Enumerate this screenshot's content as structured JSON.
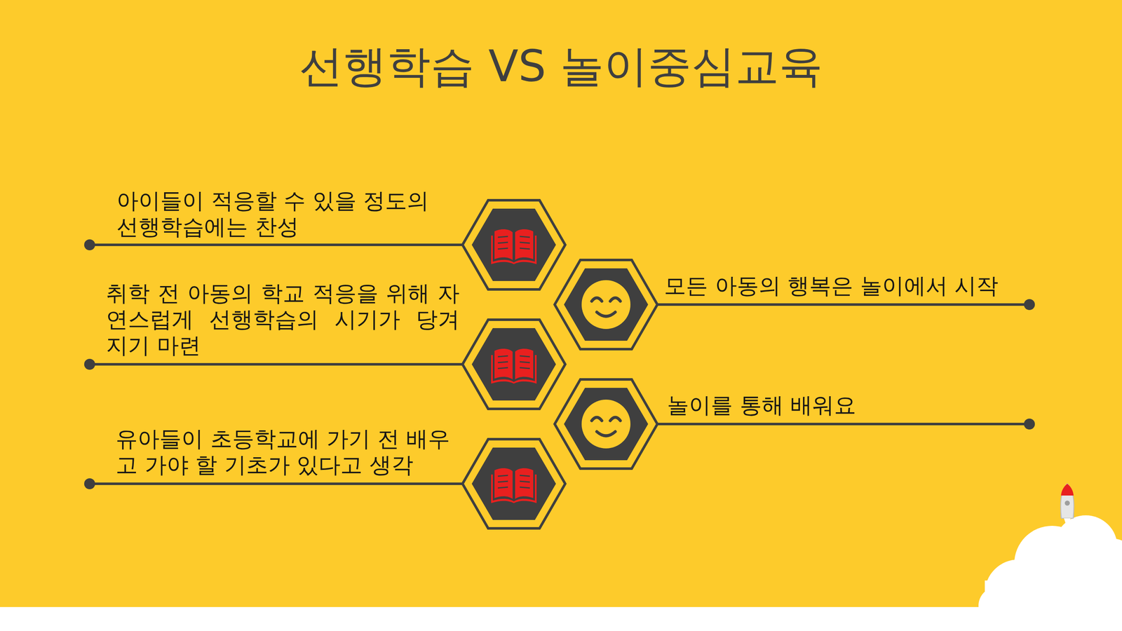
{
  "diagram": {
    "title": "선행학습 VS 놀이중심교육",
    "labels": [
      "아이들이 적응할 수 있을 정도의 선행학습에는 찬성",
      "취학 전 아동의 학교 적응을 위해 자연스럽게 선행학습의 시기가 당겨 지기 마련",
      "유아들이 초등학교에 가기 전 배우고 가야 할 기초가 있다고 생각",
      "모든 아동의 행복은 놀이에서 시작",
      "놀이를 통해 배워요"
    ]
  }
}
